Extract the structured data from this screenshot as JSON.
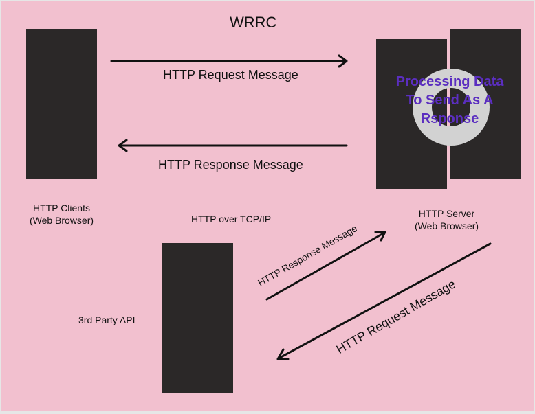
{
  "title": "WRRC",
  "top_request_label": "HTTP Request Message",
  "top_response_label": "HTTP Response Message",
  "clients_label": {
    "line1": "HTTP Clients",
    "line2": "(Web Browser)"
  },
  "transport_label": "HTTP over TCP/IP",
  "server_label": {
    "line1": "HTTP Server",
    "line2": "(Web Browser)"
  },
  "processing_label": "Processing Data To Send As A Rsponse",
  "third_party_label": "3rd Party API",
  "diagonal_response_label": "HTTP Response Message",
  "diagonal_request_label": "HTTP Request Message",
  "colors": {
    "background": "#f2c0cf",
    "block": "#2b2828",
    "processing_text": "#5b2ec0",
    "ring": "#d2d2d2"
  }
}
